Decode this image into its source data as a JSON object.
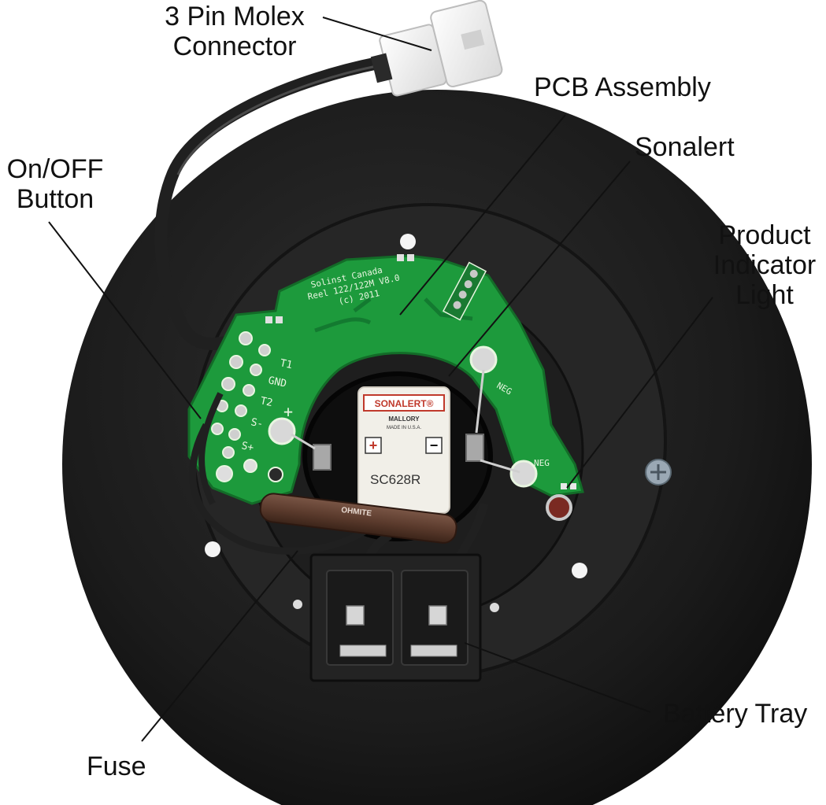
{
  "callouts": {
    "molex": {
      "line1": "3 Pin Molex",
      "line2": "Connector"
    },
    "pcb": {
      "text": "PCB Assembly"
    },
    "sonalert": {
      "text": "Sonalert"
    },
    "onoff": {
      "line1": "On/OFF",
      "line2": "Button"
    },
    "indicator": {
      "line1": "Product",
      "line2": "Indicator",
      "line3": "Light"
    },
    "battery": {
      "text": "Battery Tray"
    },
    "fuse": {
      "text": "Fuse"
    }
  },
  "board": {
    "silkscreen_line1": "Solinst Canada",
    "silkscreen_line2": "Reel 122/122M V8.0",
    "silkscreen_line3": "(c) 2011",
    "pad_t1": "T1",
    "pad_gnd": "GND",
    "pad_t2": "T2",
    "pad_sminus": "S-",
    "pad_splus": "S+",
    "pad_neg_top": "NEG",
    "pad_neg_bottom": "NEG",
    "plus_mark": "+"
  },
  "sonalert_label": {
    "brand": "SONALERT®",
    "maker": "MALLORY",
    "origin": "MADE IN U.S.A.",
    "plus": "+",
    "minus": "−",
    "model": "SC628R"
  },
  "fuse_label": {
    "brand": "OHMITE"
  },
  "colors": {
    "reel_body": "#1b1b1b",
    "pcb_green": "#1d9a3c",
    "battery_tray": "#232323",
    "sonalert_body": "#f1efe8",
    "fuse_brown": "#5a3a2c",
    "callout_line": "#111111"
  }
}
